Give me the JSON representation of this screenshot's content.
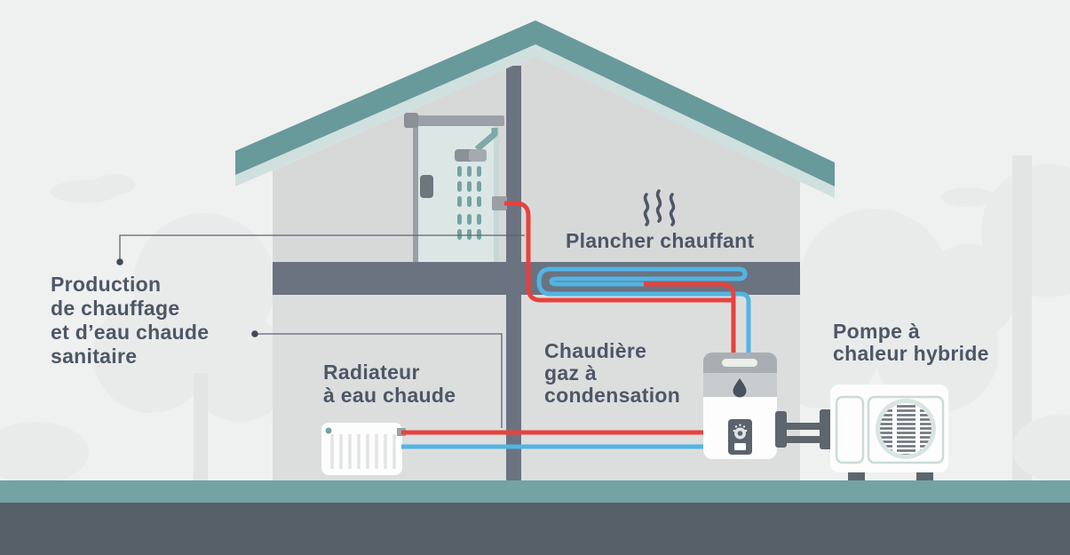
{
  "labels": {
    "production": "Production\nde chauffage\net d’eau chaude\nsanitaire",
    "plancher": "Plancher chauffant",
    "radiateur": "Radiateur\nà eau chaude",
    "chaudiere": "Chaudière\ngaz à\ncondensation",
    "pompe": "Pompe à\nchaleur hybride"
  },
  "icons": {
    "steam": "steam-icon",
    "droplet": "droplet-icon",
    "shower_head": "shower-head-icon",
    "fan_grille": "fan-grille-icon",
    "water_drops": "water-drops-icon"
  },
  "colors": {
    "background": "#eff0f0",
    "tree": "#e9ebeb",
    "trunk": "#e3e5e5",
    "ground_teal": "#73a3a3",
    "ground_dark": "#575f69",
    "roof": "#68999b",
    "roof_underside": "#cfe0df",
    "interior_upper": "#d7d9d9",
    "interior_lower": "#dcdede",
    "structure": "#6b7380",
    "metal": "#9aa0a6",
    "metal_dark": "#5d656d",
    "text": "#4d5766",
    "pipe_hot": "#e8413e",
    "pipe_cold": "#52b4e3",
    "glass": "#dce7e5",
    "glass_edge": "#c5d8d6",
    "drops": "#73a4a2",
    "white": "#fdfdfd",
    "panel": "#5b636c",
    "boiler_cap": "#a9aeb3",
    "boiler_mid": "#c8cccf",
    "fan_rim": "#d9e5e3",
    "grille": "#6d767c",
    "leader": "#5c6570"
  }
}
